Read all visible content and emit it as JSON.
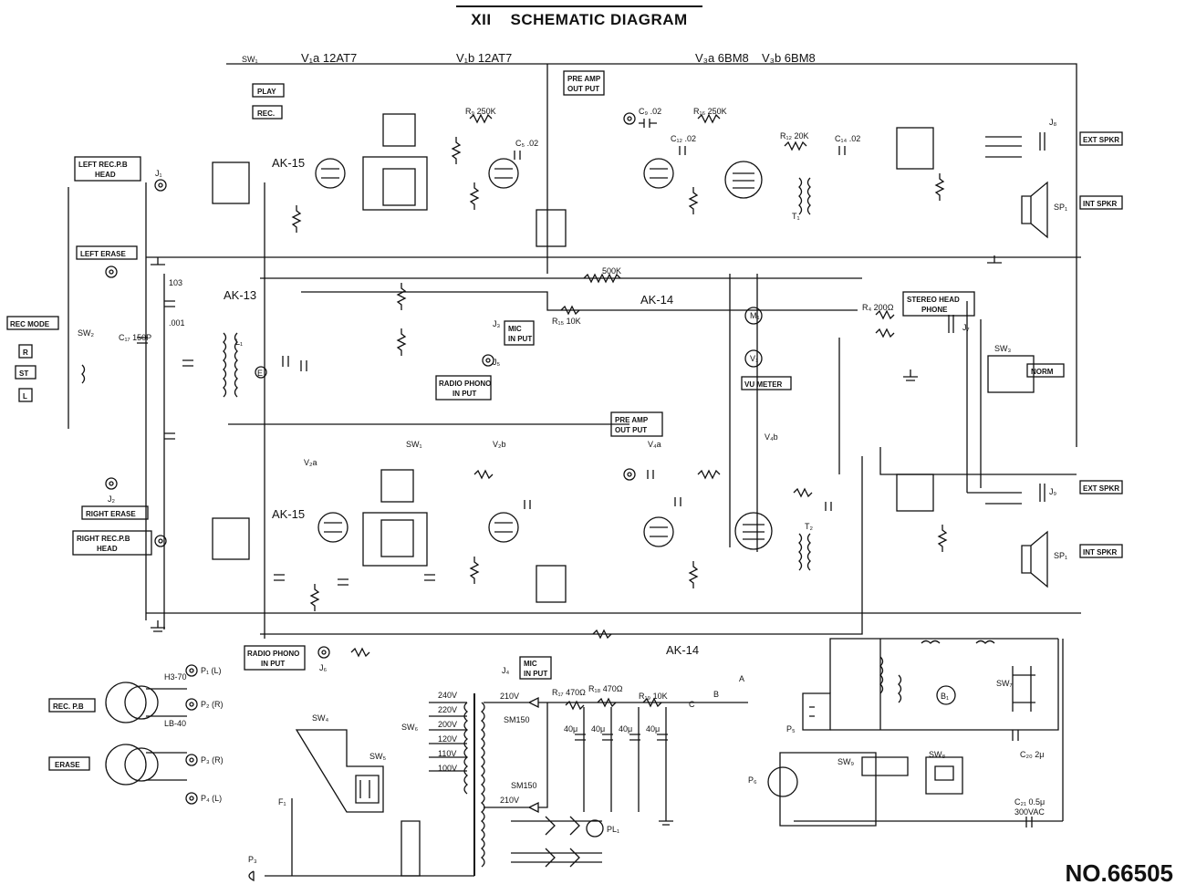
{
  "header": {
    "section": "XII",
    "title": "SCHEMATIC DIAGRAM"
  },
  "doc_number": "NO.66505",
  "box_labels": {
    "play": "PLAY",
    "rec": "REC.",
    "preamp_out_top": [
      "PRE AMP",
      "OUT PUT"
    ],
    "preamp_out_bottom": [
      "PRE AMP",
      "OUT PUT"
    ],
    "left_rec_head": [
      "LEFT REC.P.B",
      "HEAD"
    ],
    "right_rec_head": [
      "RIGHT REC.P.B",
      "HEAD"
    ],
    "left_erase": "LEFT ERASE",
    "right_erase": "RIGHT ERASE",
    "rec_mode": "REC MODE",
    "mode_r": "R",
    "mode_st": "ST",
    "mode_l": "L",
    "mic_input_top": [
      "MIC",
      "IN PUT"
    ],
    "mic_input_bottom": [
      "MIC",
      "IN PUT"
    ],
    "radio_phono_top": [
      "RADIO PHONO",
      "IN PUT"
    ],
    "radio_phono_bottom": [
      "RADIO PHONO",
      "IN PUT"
    ],
    "vu_meter": "VU METER",
    "stereo_head_phone": [
      "STEREO HEAD",
      "PHONE"
    ],
    "norm": "NORM",
    "ext_spkr_top": "EXT SPKR",
    "int_spkr_top": "INT SPKR",
    "ext_spkr_bottom": "EXT SPKR",
    "int_spkr_bottom": "INT SPKR",
    "rec_pb": "REC. P.B",
    "erase": "ERASE"
  },
  "tube_labels": {
    "v1a": "V₁a 12AT7",
    "v1b": "V₁b 12AT7",
    "v3a": "V₃a 6BM8",
    "v3b": "V₃b 6BM8",
    "v2a": "V₂a",
    "v2b": "V₂b",
    "v4a": "V₄a",
    "v4b": "V₄b"
  },
  "block_labels": {
    "ak15_top": "AK-15",
    "ak13": "AK-13",
    "ak14_top": "AK-14",
    "ak15_bottom": "AK-15",
    "ak14_bottom": "AK-14"
  },
  "component_labels": {
    "sw1_top": "SW₁",
    "sw1_bottom": "SW₁",
    "sw2": "SW₂",
    "sw3": "SW₃",
    "sw4": "SW₄",
    "sw5": "SW₅",
    "sw6": "SW₆",
    "sw7": "SW₇",
    "sw8": "SW₈",
    "sw9": "SW₉",
    "j1": "J₁",
    "j2": "J₂",
    "j3": "J₃",
    "j4": "J₄",
    "j5": "J₅",
    "j6": "J₆",
    "j7": "J₇",
    "j8": "J₈",
    "j9": "J₉",
    "r9": "R₉ 250K",
    "r16": "R₁₆ 250K",
    "r12": "R₁₂ 20K",
    "r15": "R₁₅ 10K",
    "r4": "R₄ 200Ω",
    "r500k": "500K",
    "c5": "C₅ .02",
    "c9": "C₉ .02",
    "c12": "C₁₂ .02",
    "c14": "C₁₄ .02",
    "c150p": "C₁₇ 150P",
    "c001": ".001",
    "c103": "103",
    "cn20": "C₂₀ 2μ",
    "cn21": [
      "C₂₁ 0.5μ",
      "300VAC"
    ],
    "l1": "L₁",
    "t1": "T₁",
    "t2": "T₂",
    "m1": "M₁",
    "v1_meter": "V₁",
    "sp1_top": "SP₁",
    "sp1_bottom": "SP₁",
    "p1": "P₁ (L)",
    "p2": "P₂ (R)",
    "p3_plug": "P₃ (R)",
    "p4": "P₄ (L)",
    "p3": "P₃",
    "p5": "P₅",
    "p6": "P₆",
    "f1": "F₁",
    "h3_70": "H3-70",
    "lb40": "LB-40",
    "b1": "B₁",
    "pl1": "PL₁",
    "v_240": "240V",
    "v_220": "220V",
    "v_200": "200V",
    "v_120": "120V",
    "v_110": "110V",
    "v_100": "100V",
    "v_210a": "210V",
    "v_210b": "210V",
    "sm150a": "SM150",
    "sm150b": "SM150",
    "r17": "R₁₇ 470Ω",
    "r18": "R₁₈ 470Ω",
    "r19": "R₁₉ 10K",
    "c40a": "40μ",
    "c40b": "40μ",
    "c40c": "40μ",
    "c40d": "40μ",
    "node_a": "A",
    "node_b": "B",
    "node_c": "C",
    "node_e": "E"
  }
}
